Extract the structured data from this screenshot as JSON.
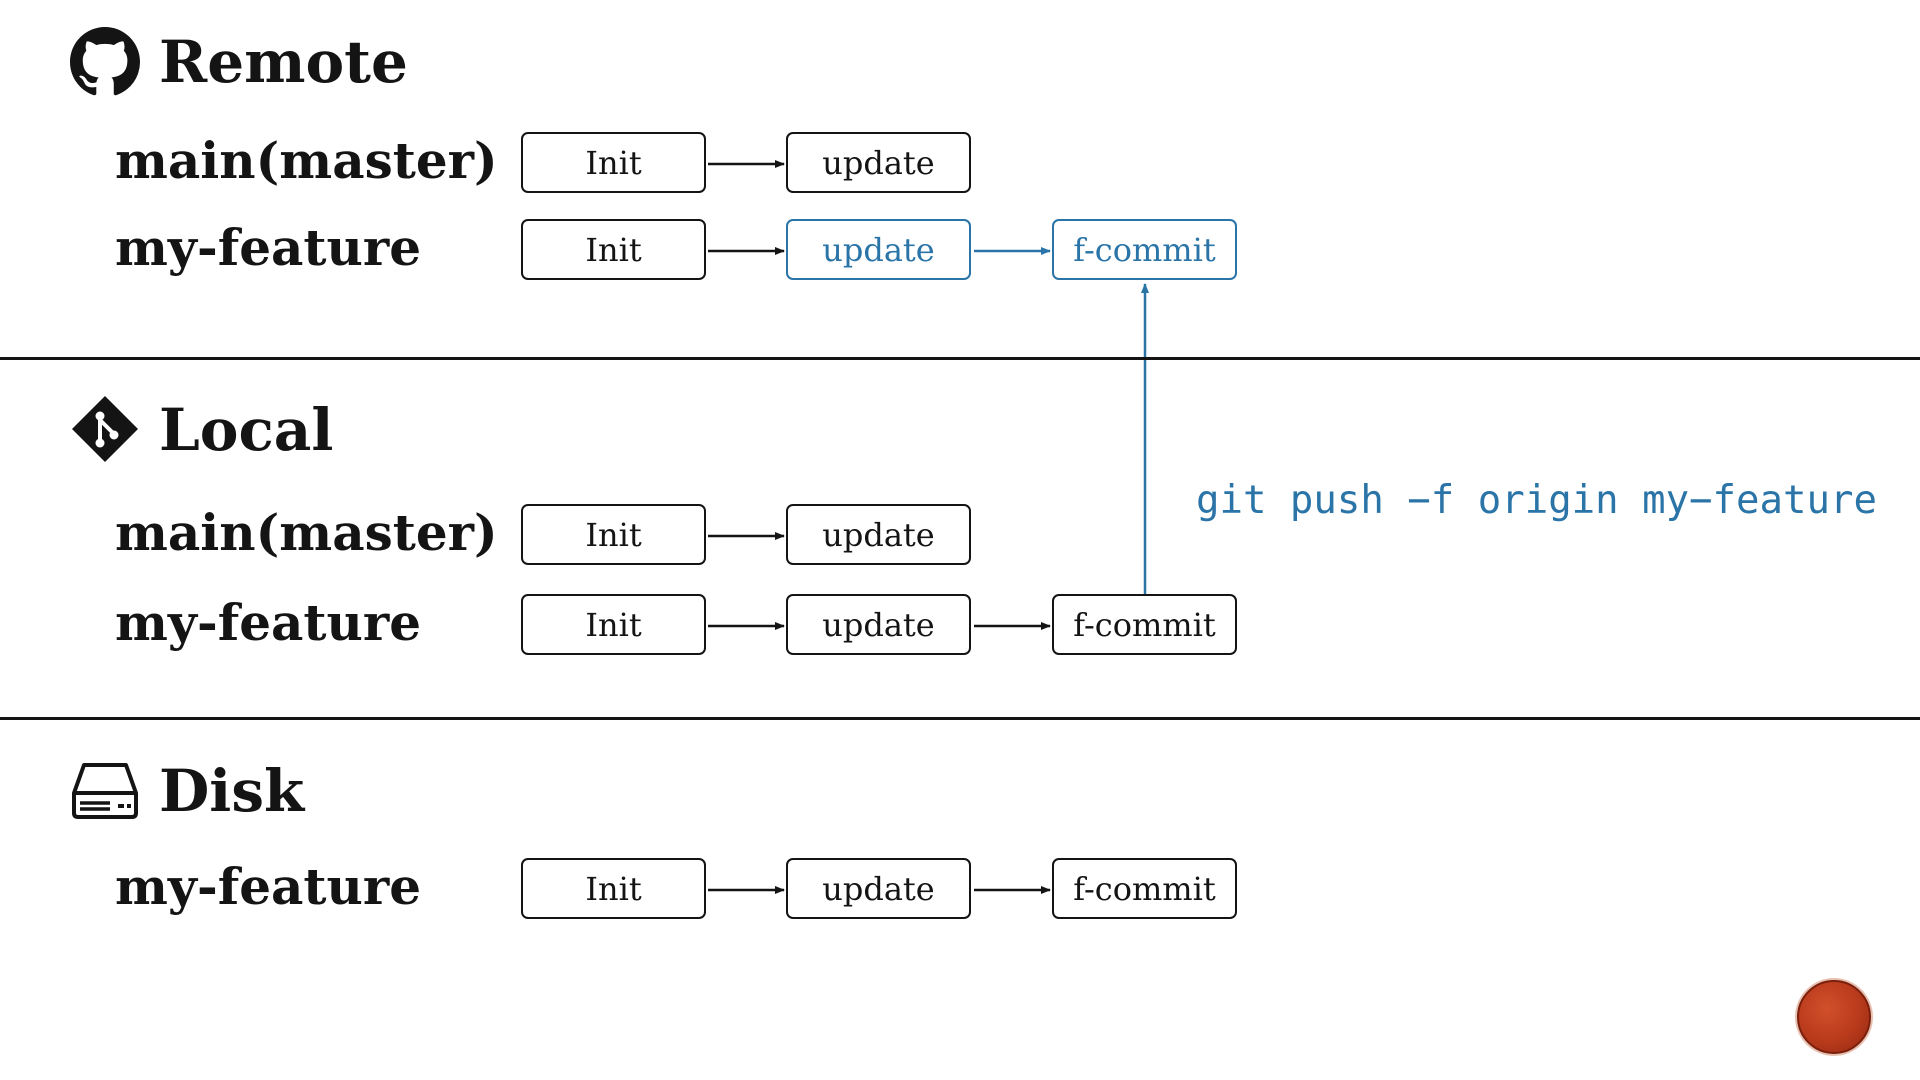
{
  "colors": {
    "accent": "#2a74a8",
    "ink": "#141414",
    "nav_button": "#b83a1c"
  },
  "sections": {
    "remote": {
      "title": "Remote",
      "icon": "github-icon",
      "rows": [
        {
          "label": "main(master)",
          "commits": [
            "Init",
            "update"
          ]
        },
        {
          "label": "my-feature",
          "commits": [
            "Init",
            "update",
            "f-commit"
          ]
        }
      ]
    },
    "local": {
      "title": "Local",
      "icon": "git-icon",
      "rows": [
        {
          "label": "main(master)",
          "commits": [
            "Init",
            "update"
          ]
        },
        {
          "label": "my-feature",
          "commits": [
            "Init",
            "update",
            "f-commit"
          ]
        }
      ]
    },
    "disk": {
      "title": "Disk",
      "icon": "hard-drive-icon",
      "rows": [
        {
          "label": "my-feature",
          "commits": [
            "Init",
            "update",
            "f-commit"
          ]
        }
      ]
    }
  },
  "command": "git push −f origin my−feature",
  "nav_button_icon": "next-slide-button"
}
